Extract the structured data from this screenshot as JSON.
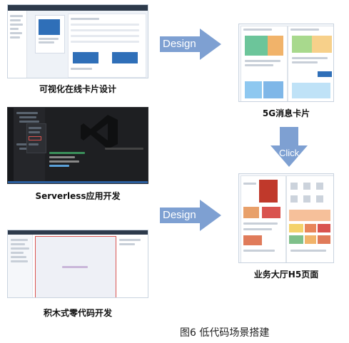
{
  "diagram": {
    "caption_visual_card": "可视化在线卡片设计",
    "caption_serverless": "Serverless应用开发",
    "caption_lowcode": "积木式零代码开发",
    "caption_5g_card": "5G消息卡片",
    "caption_h5": "业务大厅H5页面",
    "arrow_design_top": "Design",
    "arrow_click": "Click",
    "arrow_design_bottom": "Design",
    "figure_caption": "图6  低代码场景搭建",
    "colors": {
      "arrow": "#7ea0d2",
      "frame_border": "#c9d3df",
      "ide_dark": "#1e1f22",
      "accent_blue": "#2f6fb8",
      "accent_red": "#d9534f"
    }
  }
}
